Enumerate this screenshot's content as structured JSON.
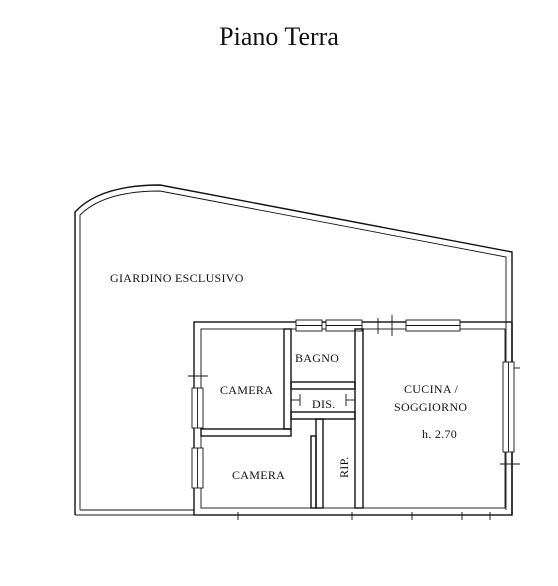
{
  "title": "Piano Terra",
  "rooms": {
    "garden": "GIARDINO ESCLUSIVO",
    "bathroom": "BAGNO",
    "bedroom_1": "CAMERA",
    "bedroom_2": "CAMERA",
    "hallway": "DIS.",
    "storage": "RIP.",
    "kitchen_line1": "CUCINA /",
    "kitchen_line2": "SOGGIORNO",
    "ceiling_height": "h. 2.70"
  }
}
